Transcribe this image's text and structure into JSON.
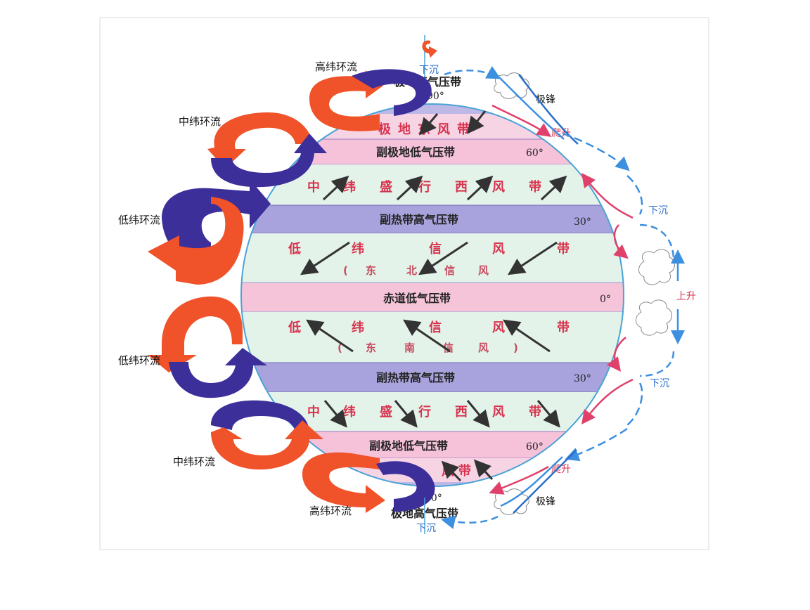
{
  "bands": {
    "polar_high_n": "极地高气压带",
    "polar_east_n": "极地东风带",
    "sub_polar_low_n": "副极地低气压带",
    "westerlies_n": [
      "中",
      "纬",
      "盛",
      "行",
      "西",
      "风",
      "带"
    ],
    "subtropical_high_n": "副热带高气压带",
    "trades_n": [
      "低",
      "纬",
      "信",
      "风",
      "带"
    ],
    "trades_n_sub": [
      "(",
      "东",
      "北",
      "信",
      "风"
    ],
    "equatorial_low": "赤道低气压带",
    "trades_s": [
      "低",
      "纬",
      "信",
      "风",
      "带"
    ],
    "trades_s_sub": [
      "(",
      "东",
      "南",
      "信",
      "风",
      ")"
    ],
    "subtropical_high_s": "副热带高气压带",
    "westerlies_s": [
      "中",
      "纬",
      "盛",
      "行",
      "西",
      "风",
      "带"
    ],
    "sub_polar_low_s": "副极地低气压带",
    "polar_east_s": "风带",
    "polar_high_s": "极地高气压带"
  },
  "latitudes": {
    "n90": "90°",
    "n60": "60°",
    "n30": "30°",
    "eq": "0°",
    "s30": "30°",
    "s60": "60°",
    "s90": "90°"
  },
  "cells": {
    "high_n": "高纬环流",
    "mid_n": "中纬环流",
    "low_n": "低纬环流",
    "low_s": "低纬环流",
    "mid_s": "中纬环流",
    "high_s": "高纬环流"
  },
  "vertical": {
    "sink_top": "下沉",
    "sink_n30": "下沉",
    "rise_eq": "上升",
    "sink_s30": "下沉",
    "sink_bottom": "下沉",
    "climb_n": "爬升",
    "climb_s": "爬升",
    "front_n": "极锋",
    "front_s": "极锋"
  },
  "colors": {
    "warm_arrow": "#f0522a",
    "cold_arrow": "#3c2f9a",
    "high_band": "#a8a3dc",
    "low_band": "#f4c8dc",
    "wind_band": "#dff1e6",
    "air_blue": "#3d8fe0",
    "air_pink": "#e0406a"
  }
}
